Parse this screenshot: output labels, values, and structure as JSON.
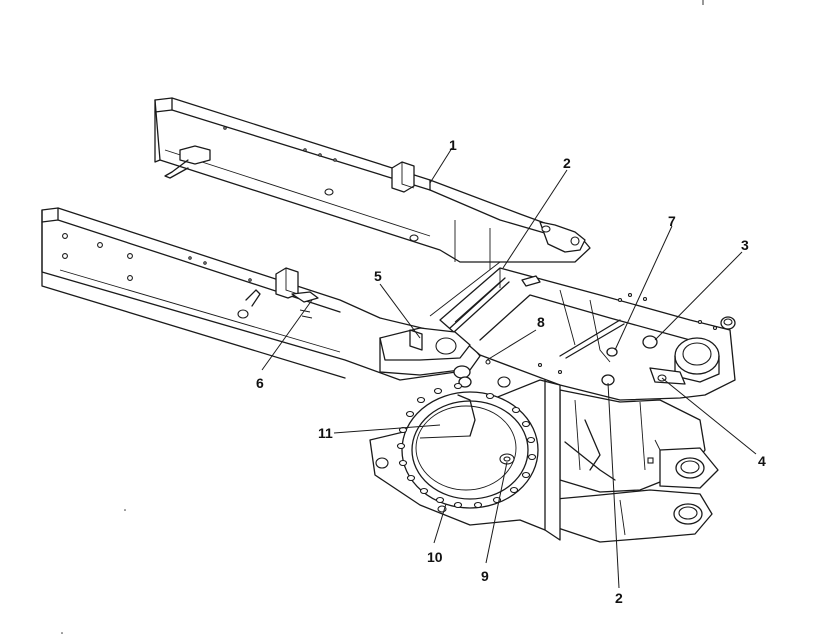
{
  "diagram": {
    "callouts": [
      {
        "id": "c1",
        "text": "1"
      },
      {
        "id": "c2a",
        "text": "2"
      },
      {
        "id": "c2b",
        "text": "2"
      },
      {
        "id": "c3",
        "text": "3"
      },
      {
        "id": "c4",
        "text": "4"
      },
      {
        "id": "c5",
        "text": "5"
      },
      {
        "id": "c6",
        "text": "6"
      },
      {
        "id": "c7",
        "text": "7"
      },
      {
        "id": "c8",
        "text": "8"
      },
      {
        "id": "c9",
        "text": "9"
      },
      {
        "id": "c10",
        "text": "10"
      },
      {
        "id": "c11",
        "text": "11"
      }
    ]
  }
}
